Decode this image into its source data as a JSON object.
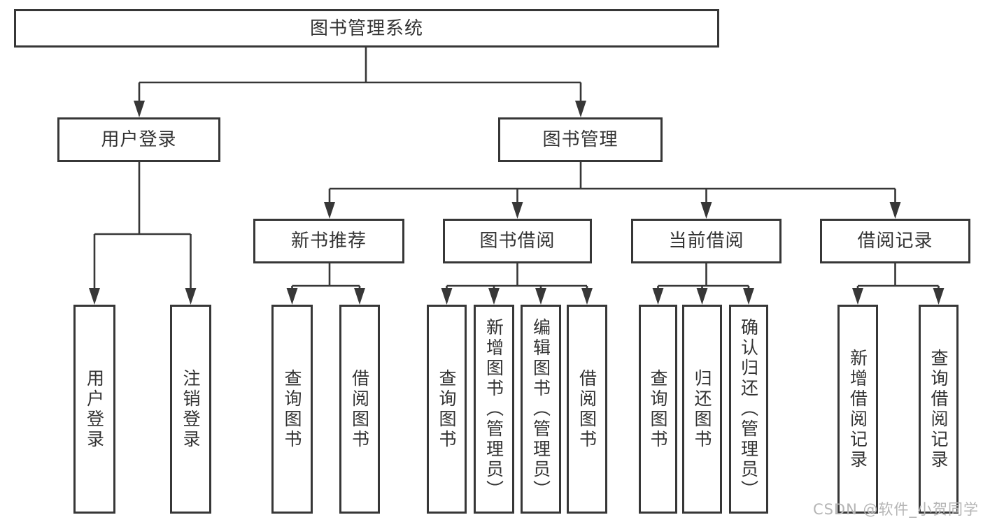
{
  "diagram": {
    "root": {
      "label": "图书管理系统"
    },
    "level2": [
      {
        "id": "user-login",
        "label": "用户登录"
      },
      {
        "id": "book-mgmt",
        "label": "图书管理"
      }
    ],
    "level3": [
      {
        "id": "new-book-rec",
        "label": "新书推荐"
      },
      {
        "id": "book-borrow",
        "label": "图书借阅"
      },
      {
        "id": "current-borrow",
        "label": "当前借阅"
      },
      {
        "id": "borrow-record",
        "label": "借阅记录"
      }
    ],
    "leaves": [
      {
        "parent": "user-login",
        "label": "用户登录"
      },
      {
        "parent": "user-login",
        "label": "注销登录"
      },
      {
        "parent": "new-book-rec",
        "label": "查询图书"
      },
      {
        "parent": "new-book-rec",
        "label": "借阅图书"
      },
      {
        "parent": "book-borrow",
        "label": "查询图书"
      },
      {
        "parent": "book-borrow",
        "label": "新增图书（管理员）"
      },
      {
        "parent": "book-borrow",
        "label": "编辑图书（管理员）"
      },
      {
        "parent": "book-borrow",
        "label": "借阅图书"
      },
      {
        "parent": "current-borrow",
        "label": "查询图书"
      },
      {
        "parent": "current-borrow",
        "label": "归还图书"
      },
      {
        "parent": "current-borrow",
        "label": "确认归还（管理员）"
      },
      {
        "parent": "borrow-record",
        "label": "新增借阅记录"
      },
      {
        "parent": "borrow-record",
        "label": "查询借阅记录"
      }
    ]
  },
  "watermark": {
    "text": "CSDN @软件_小贺同学"
  },
  "colors": {
    "line": "#373737",
    "text": "#333333",
    "bg": "#ffffff",
    "watermark": "#b5b5b5"
  }
}
